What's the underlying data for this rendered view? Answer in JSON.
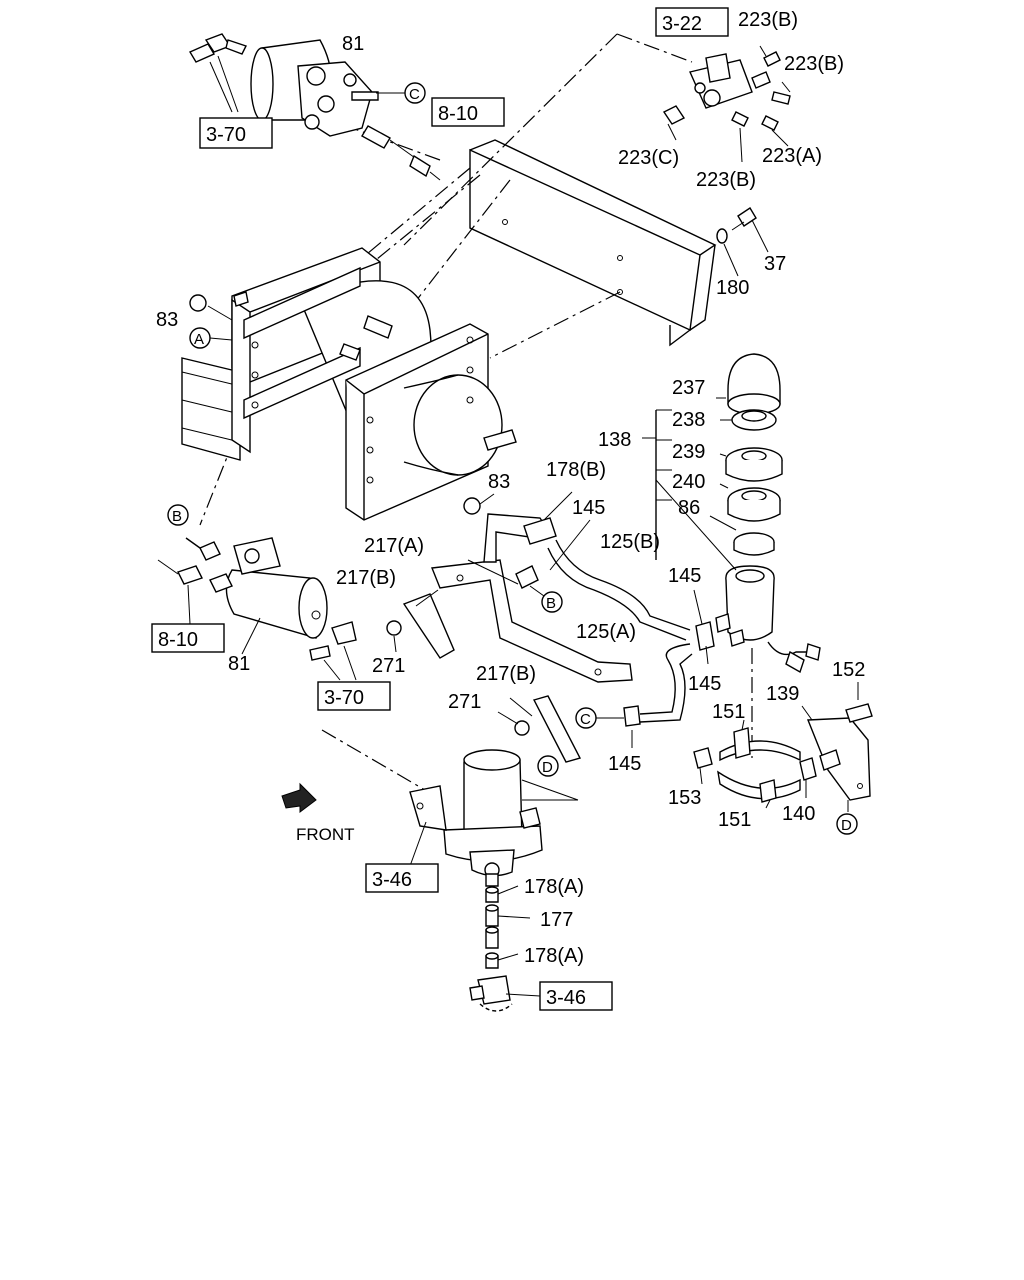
{
  "diagram": {
    "front_label": "FRONT",
    "ref_boxes": [
      {
        "id": "ref-3-70-top",
        "text": "3-70"
      },
      {
        "id": "ref-8-10-top",
        "text": "8-10"
      },
      {
        "id": "ref-3-22",
        "text": "3-22"
      },
      {
        "id": "ref-8-10-left",
        "text": "8-10"
      },
      {
        "id": "ref-3-70-mid",
        "text": "3-70"
      },
      {
        "id": "ref-3-46-a",
        "text": "3-46"
      },
      {
        "id": "ref-3-46-b",
        "text": "3-46"
      }
    ],
    "circle_markers": [
      {
        "id": "marker-c-top",
        "text": "C"
      },
      {
        "id": "marker-a",
        "text": "A"
      },
      {
        "id": "marker-b-left",
        "text": "B"
      },
      {
        "id": "marker-b-mid",
        "text": "B"
      },
      {
        "id": "marker-c-mid",
        "text": "C"
      },
      {
        "id": "marker-d-mid",
        "text": "D"
      },
      {
        "id": "marker-d-right",
        "text": "D"
      }
    ],
    "part_labels": [
      {
        "id": "p81-top",
        "text": "81"
      },
      {
        "id": "p223b-1",
        "text": "223(B)"
      },
      {
        "id": "p223b-2",
        "text": "223(B)"
      },
      {
        "id": "p223c",
        "text": "223(C)"
      },
      {
        "id": "p223a",
        "text": "223(A)"
      },
      {
        "id": "p223b-3",
        "text": "223(B)"
      },
      {
        "id": "p37",
        "text": "37"
      },
      {
        "id": "p180",
        "text": "180"
      },
      {
        "id": "p83-a",
        "text": "83"
      },
      {
        "id": "p237",
        "text": "237"
      },
      {
        "id": "p238",
        "text": "238"
      },
      {
        "id": "p138",
        "text": "138"
      },
      {
        "id": "p239",
        "text": "239"
      },
      {
        "id": "p240",
        "text": "240"
      },
      {
        "id": "p86",
        "text": "86"
      },
      {
        "id": "p83-b",
        "text": "83"
      },
      {
        "id": "p178b",
        "text": "178(B)"
      },
      {
        "id": "p145-a",
        "text": "145"
      },
      {
        "id": "p125b",
        "text": "125(B)"
      },
      {
        "id": "p217a",
        "text": "217(A)"
      },
      {
        "id": "p217b-1",
        "text": "217(B)"
      },
      {
        "id": "p145-b",
        "text": "145"
      },
      {
        "id": "p125a",
        "text": "125(A)"
      },
      {
        "id": "p81-bottom",
        "text": "81"
      },
      {
        "id": "p271-a",
        "text": "271"
      },
      {
        "id": "p145-c",
        "text": "145"
      },
      {
        "id": "p152",
        "text": "152"
      },
      {
        "id": "p217b-2",
        "text": "217(B)"
      },
      {
        "id": "p139",
        "text": "139"
      },
      {
        "id": "p271-b",
        "text": "271"
      },
      {
        "id": "p151-top",
        "text": "151"
      },
      {
        "id": "p145-d",
        "text": "145"
      },
      {
        "id": "p153",
        "text": "153"
      },
      {
        "id": "p140",
        "text": "140"
      },
      {
        "id": "p151-bottom",
        "text": "151"
      },
      {
        "id": "p178a-1",
        "text": "178(A)"
      },
      {
        "id": "p177",
        "text": "177"
      },
      {
        "id": "p178a-2",
        "text": "178(A)"
      }
    ]
  }
}
